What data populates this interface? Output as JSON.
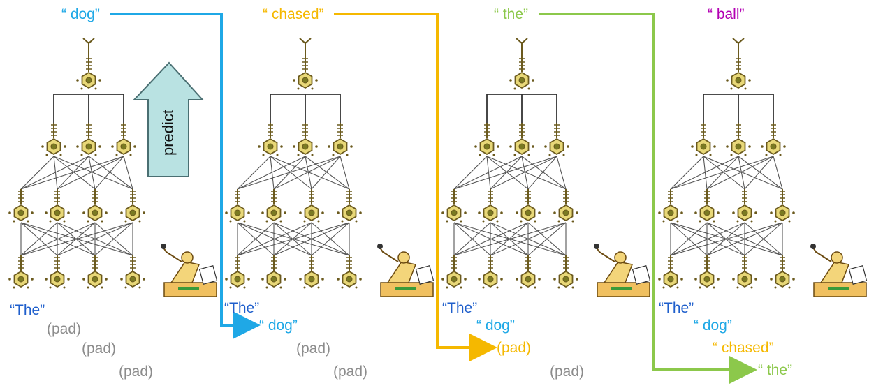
{
  "panels": [
    {
      "output": "“ dog”",
      "inputs": [
        "“The”",
        "(pad)",
        "(pad)",
        "(pad)"
      ]
    },
    {
      "output": "“ chased”",
      "inputs": [
        "“The”",
        "“ dog”",
        "(pad)",
        "(pad)"
      ]
    },
    {
      "output": "“ the”",
      "inputs": [
        "“The”",
        "“ dog”",
        "(pad)",
        "(pad)"
      ]
    },
    {
      "output": "“ ball”",
      "inputs": [
        "“The”",
        "“ dog”",
        "“ chased”",
        "“ the”"
      ]
    }
  ],
  "predict_label": "predict",
  "colors": {
    "the": "#1f5fcc",
    "dog": "#1fa8e6",
    "chased": "#f5b800",
    "the2": "#8cc84b",
    "ball": "#b300b3",
    "pad": "#8c8c8c",
    "neuron_fill": "#e8d878",
    "neuron_stroke": "#6b5a1e",
    "arrow_fill": "#b9e2e2"
  }
}
